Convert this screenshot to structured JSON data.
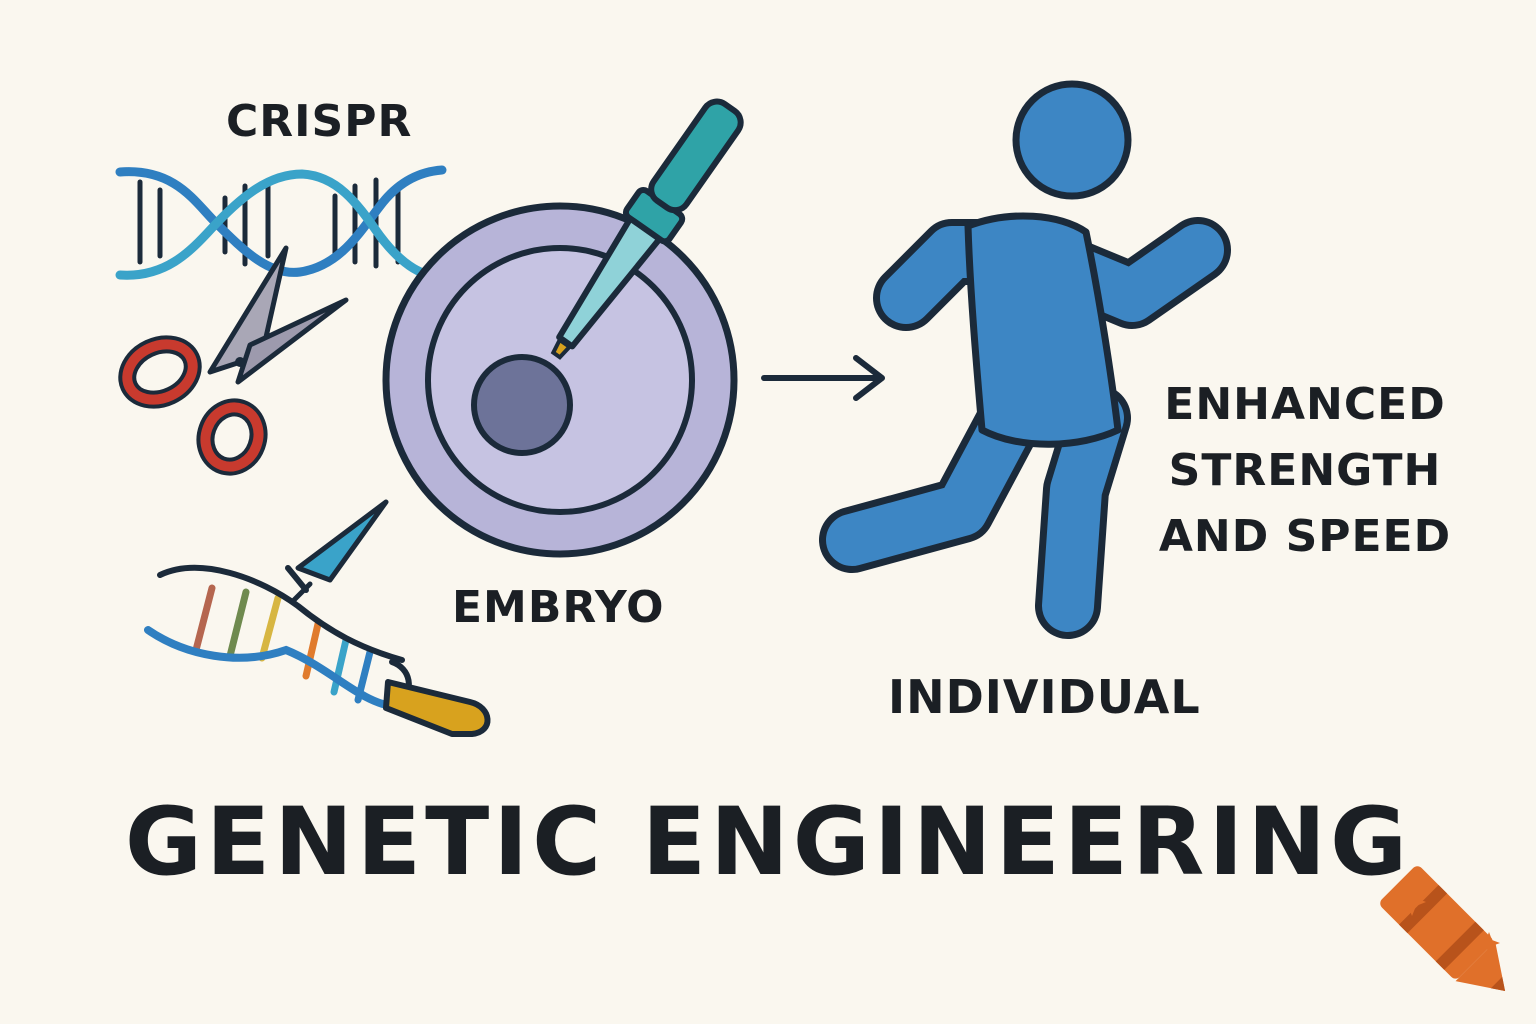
{
  "labels": {
    "crispr": "CRISPR",
    "embryo": "EMBRYO",
    "individual": "INDIVIDUAL",
    "traits": "ENHANCED STRENGTH AND SPEED",
    "title": "GENETIC ENGINEERING"
  },
  "icons": [
    "dna-helix-icon",
    "scissors-icon",
    "cut-dna-strand-icon",
    "gene-editing-scalpel-icon",
    "embryo-cell-icon",
    "pipette-icon",
    "arrow-right-icon",
    "running-person-icon",
    "crayon-logo-icon"
  ],
  "colors": {
    "background": "#faf7ef",
    "outline": "#1b2a3a",
    "dna_blue": "#2f7fc1",
    "dna_teal": "#3aa3c9",
    "scissors_red": "#c83a2e",
    "embryo_purple": "#b7b4d8",
    "nucleus": "#6d7399",
    "pipette_teal": "#2fa3a7",
    "runner_blue": "#3d86c4",
    "handle_gold": "#d8a21e",
    "crayon_orange": "#e0702a"
  }
}
